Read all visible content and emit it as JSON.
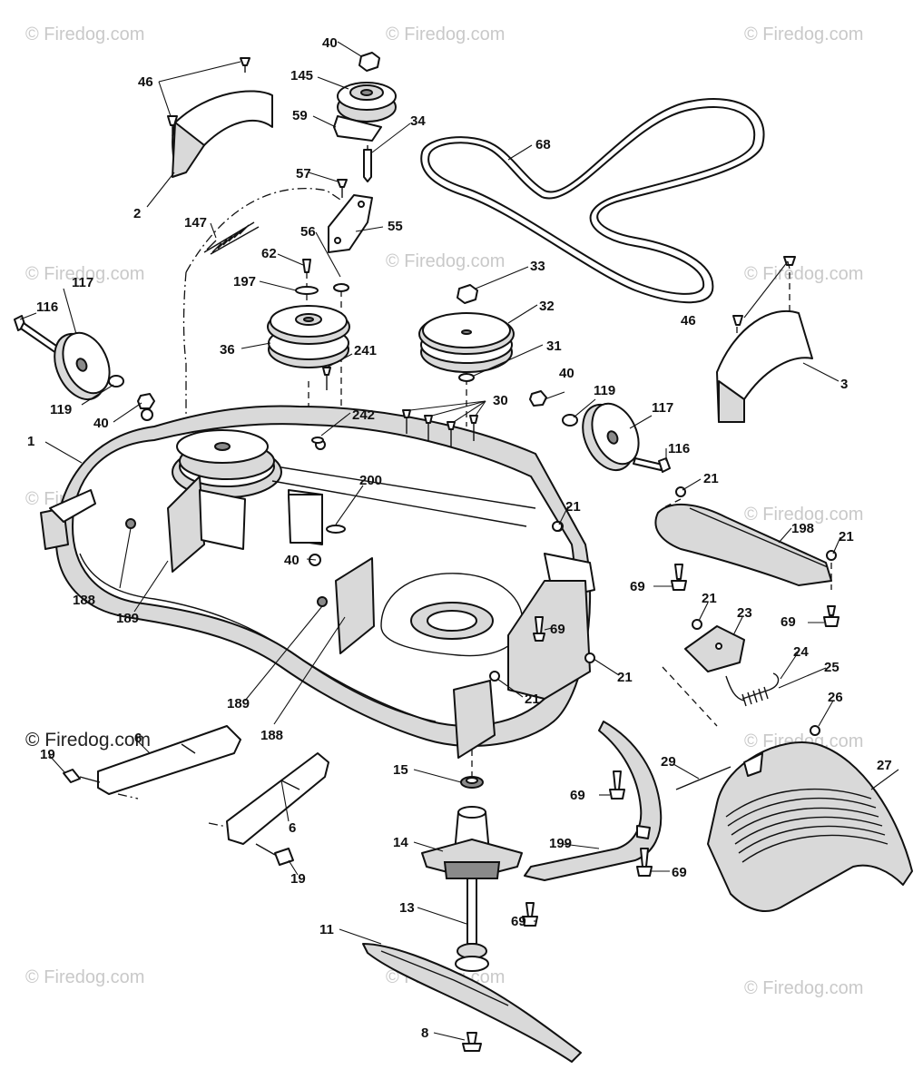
{
  "diagram": {
    "watermark_text": "© Firedog.com",
    "watermark_text_dark": "© Firedog.com",
    "callouts": {
      "c1": "1",
      "c2": "2",
      "c3": "3",
      "c6a": "6",
      "c6b": "6",
      "c8": "8",
      "c11": "11",
      "c13": "13",
      "c14": "14",
      "c15": "15",
      "c19a": "19",
      "c19b": "19",
      "c21a": "21",
      "c21b": "21",
      "c21c": "21",
      "c21d": "21",
      "c21e": "21",
      "c21f": "21",
      "c23": "23",
      "c24": "24",
      "c25": "25",
      "c26": "26",
      "c27": "27",
      "c29": "29",
      "c30": "30",
      "c31": "31",
      "c32": "32",
      "c33": "33",
      "c34": "34",
      "c36": "36",
      "c40a": "40",
      "c40b": "40",
      "c40c": "40",
      "c40d": "40",
      "c46a": "46",
      "c46b": "46",
      "c55": "55",
      "c56": "56",
      "c57": "57",
      "c59": "59",
      "c62": "62",
      "c68": "68",
      "c69a": "69",
      "c69b": "69",
      "c69c": "69",
      "c69d": "69",
      "c69e": "69",
      "c69f": "69",
      "c116a": "116",
      "c116b": "116",
      "c117a": "117",
      "c117b": "117",
      "c119a": "119",
      "c119b": "119",
      "c145": "145",
      "c147": "147",
      "c188a": "188",
      "c188b": "188",
      "c189a": "189",
      "c189b": "189",
      "c197": "197",
      "c198": "198",
      "c199": "199",
      "c200": "200",
      "c241": "241",
      "c242": "242"
    }
  }
}
